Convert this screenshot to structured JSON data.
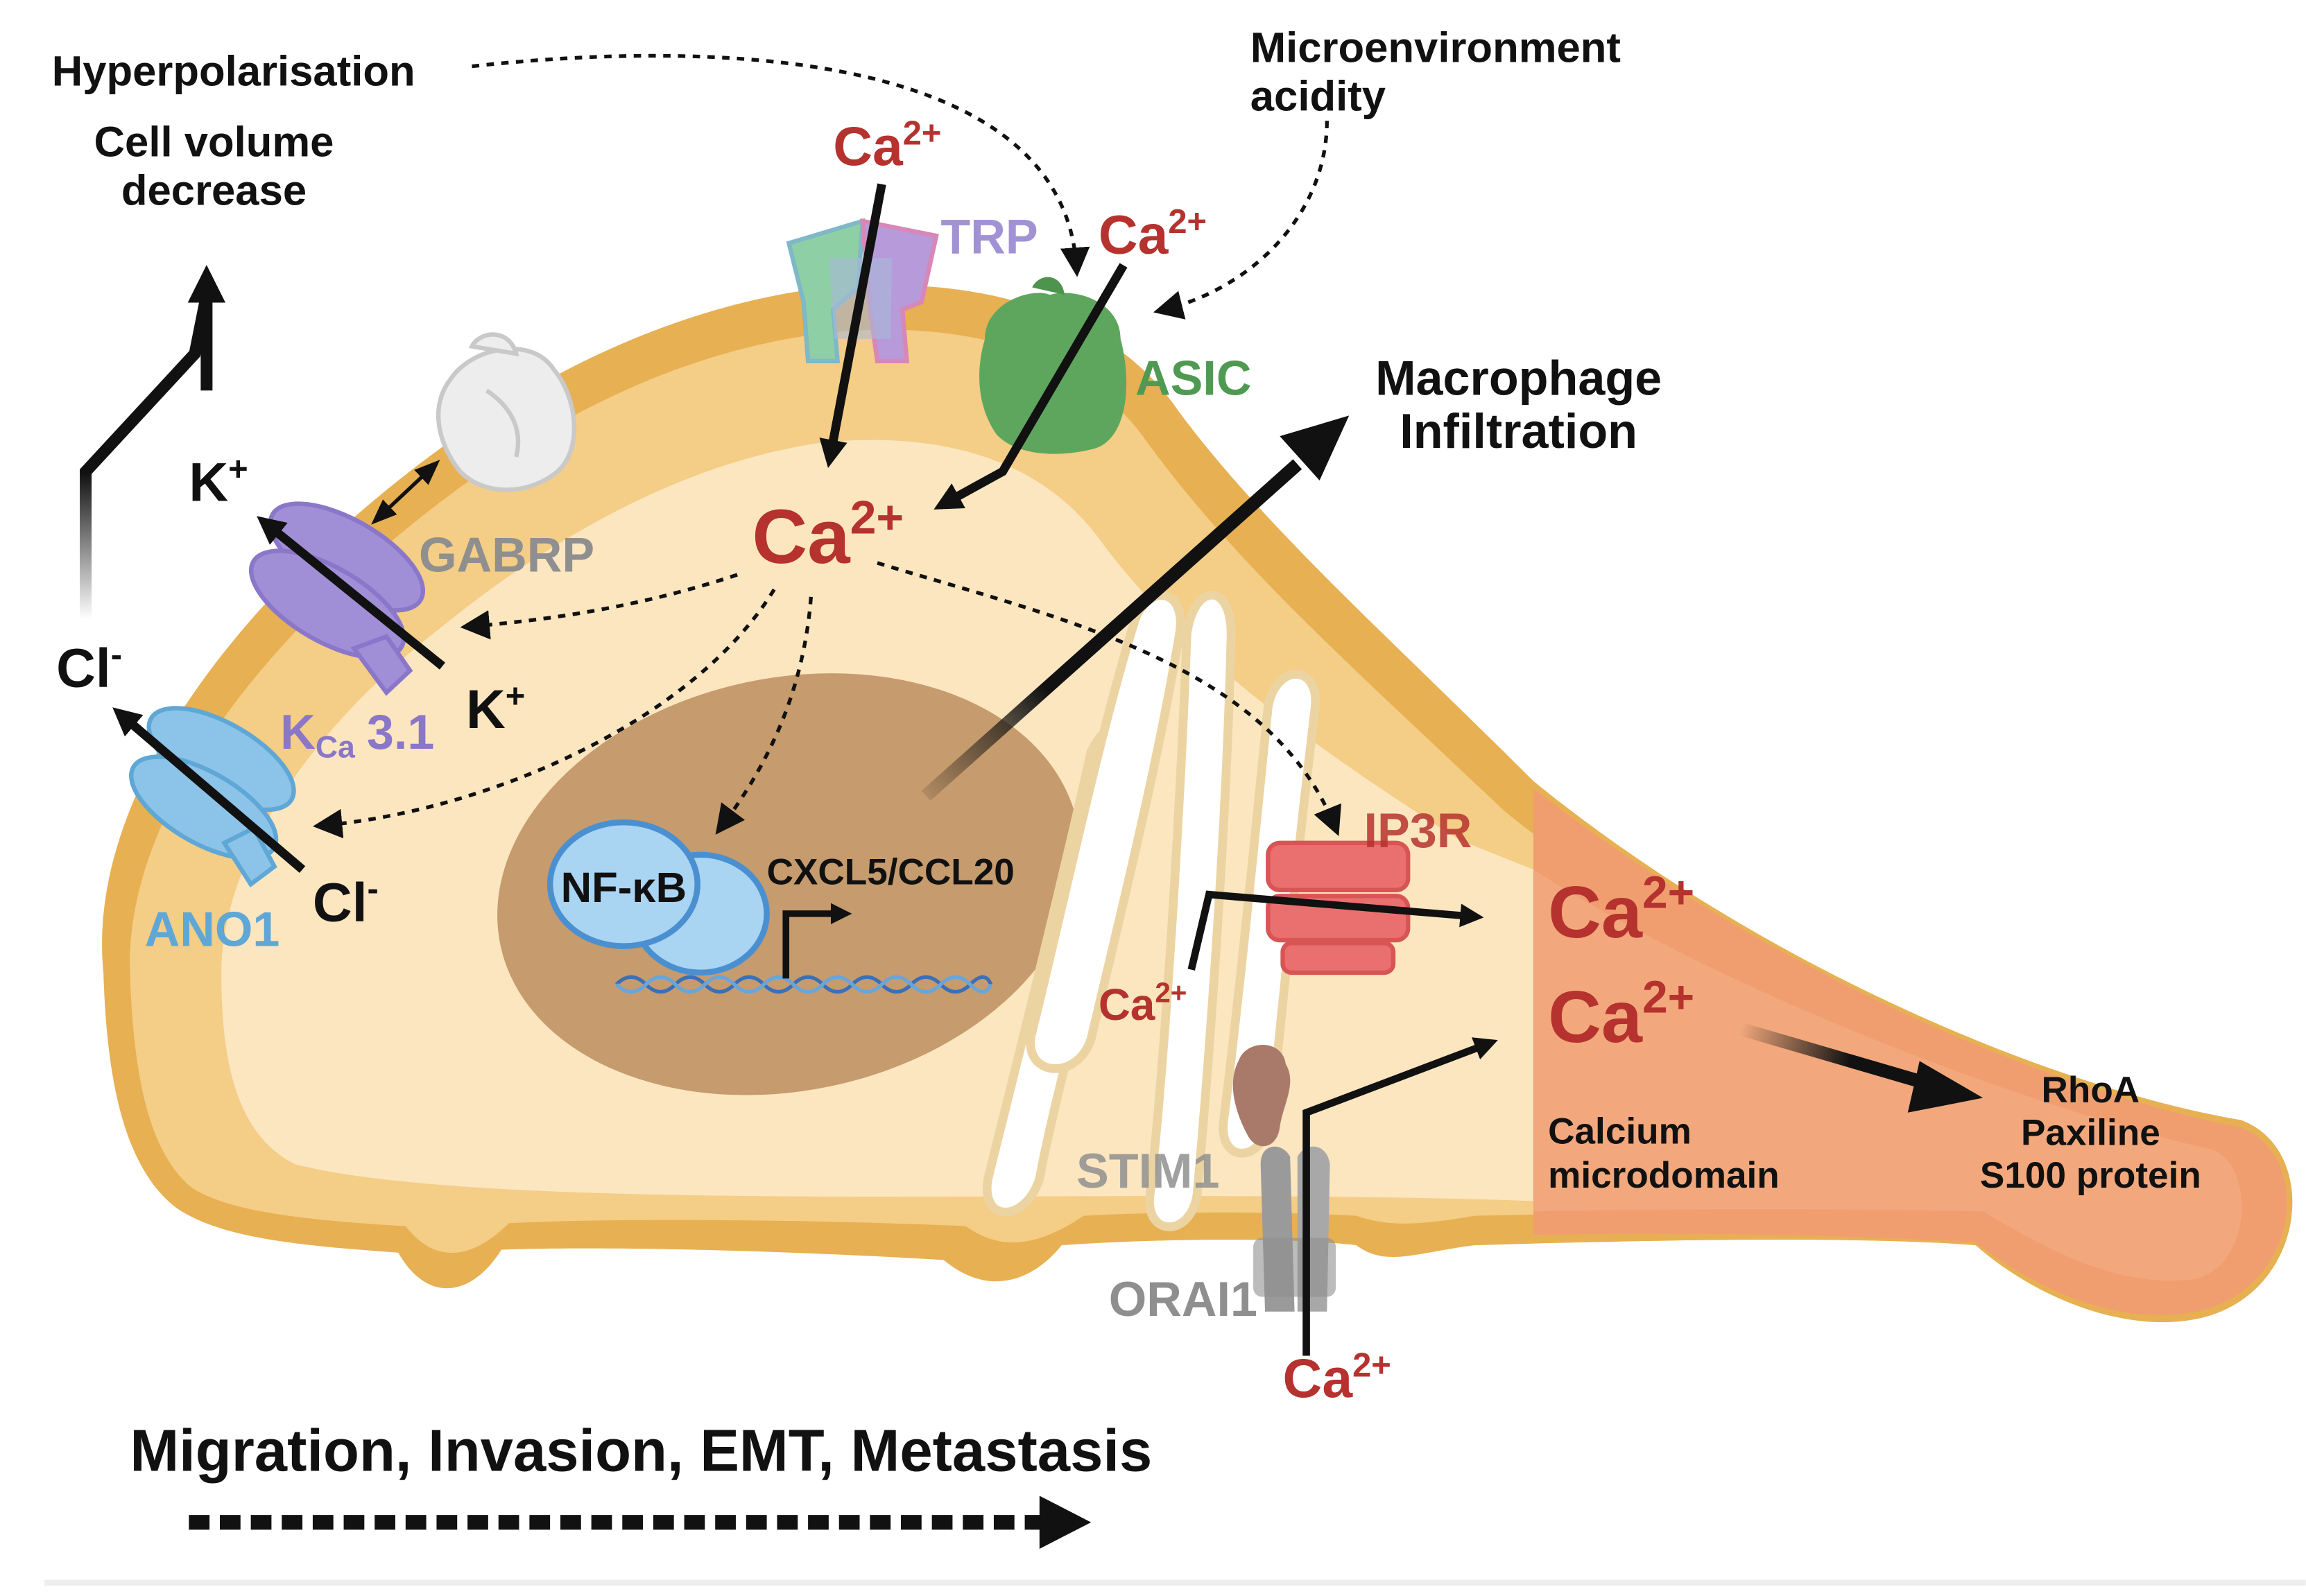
{
  "labels": {
    "hyperpolarisation": "Hyperpolarisation",
    "cell_volume_line1": "Cell volume",
    "cell_volume_line2": "decrease",
    "microenvironment_line1": "Microenvironment",
    "microenvironment_line2": "acidity",
    "macrophage_line1": "Macrophage",
    "macrophage_line2": "Infiltration",
    "trp": "TRP",
    "asic": "ASIC",
    "gabrp": "GABRP",
    "kca_main": "K",
    "kca_sub": "Ca",
    "kca_num": "3.1",
    "ano1": "ANO1",
    "nfkb": "NF-κB",
    "cxcl": "CXCL5/CCL20",
    "ip3r": "IP3R",
    "stim1": "STIM1",
    "orai1": "ORAI1",
    "calcium_line1": "Calcium",
    "calcium_line2": "microdomain",
    "rhoa": "RhoA",
    "paxiline": "Paxiline",
    "s100": "S100 protein",
    "footer": "Migration, Invasion, EMT, Metastasis"
  },
  "ions": {
    "ca": "Ca",
    "ca_charge": "2+",
    "k": "K",
    "k_charge": "+",
    "cl": "Cl",
    "cl_charge": "-"
  },
  "colors": {
    "cell_membrane": "#e6b052",
    "cytoplasm_outer": "#f4cf87",
    "cytoplasm_inner": "#fbe7c1",
    "nucleus": "#c49a6c",
    "microdomain": "#f0a173",
    "calcium_red": "#b5322e"
  }
}
